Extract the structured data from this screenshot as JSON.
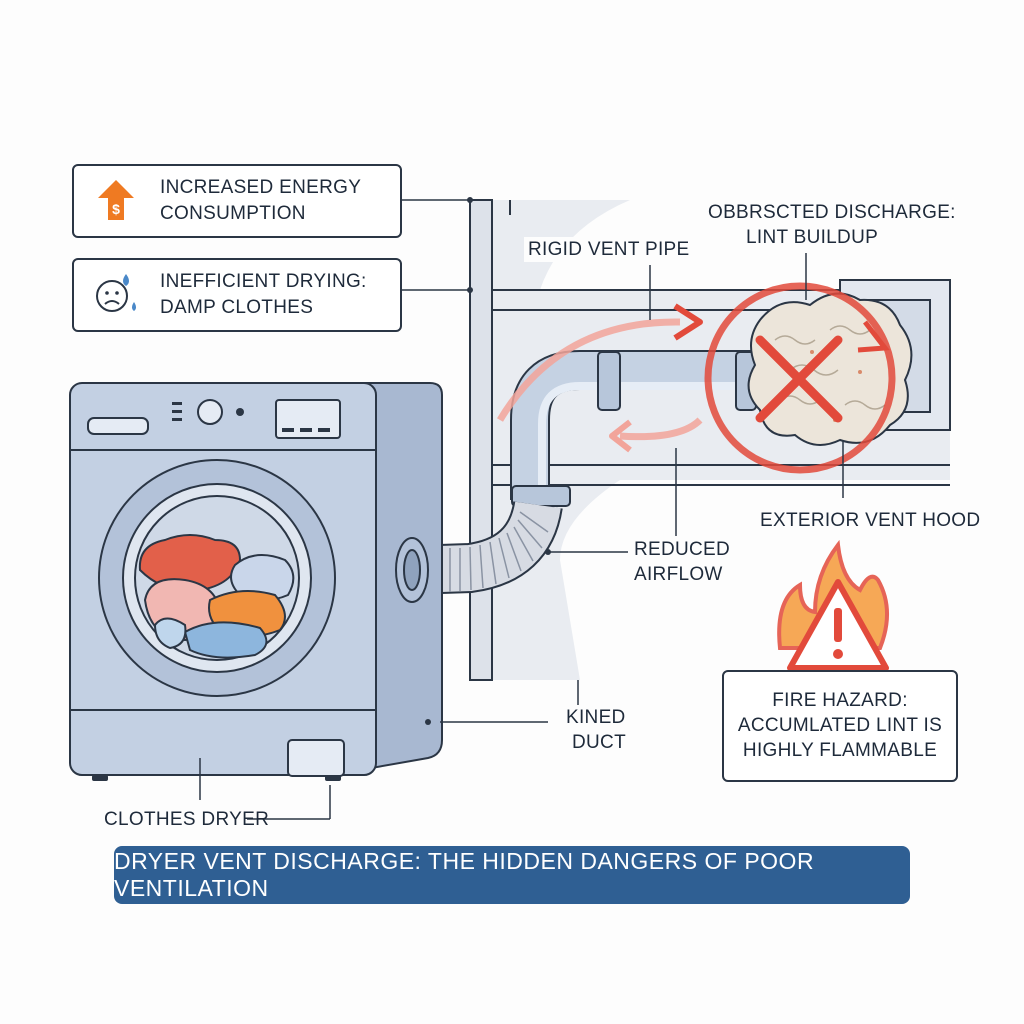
{
  "labels": {
    "energy": [
      "INCREASED ENERGY",
      "CONSUMPTION"
    ],
    "drying": [
      "INEFFICIENT DRYING:",
      "DAMP CLOTHES"
    ],
    "rigid_pipe": "RIGID VENT PIPE",
    "obstructed": [
      "OBBRSCTED DISCHARGE:",
      "LINT BUILDUP"
    ],
    "exterior_hood": "EXTERIOR VENT HOOD",
    "reduced_airflow": [
      "REDUCED",
      "AIRFLOW"
    ],
    "kinked_duct": [
      "KINED",
      "DUCT"
    ],
    "fire_hazard": [
      "FIRE HAZARD:",
      "ACCUMLATED LINT IS",
      "HIGHLY FLAMMABLE"
    ],
    "clothes_dryer": "CLOTHES DRYER"
  },
  "title": "DRYER VENT DISCHARGE: THE HIDDEN DANGERS OF POOR VENTILATION",
  "icons": {
    "energy": "dollar-up-arrow-icon",
    "drying": "sad-face-drop-icon",
    "fire": "fire-warning-icon"
  },
  "colors": {
    "title_bar": "#2f5f93",
    "danger": "#e24a3b",
    "energy_orange": "#ef7a22",
    "appliance": "#b9c7dd"
  }
}
